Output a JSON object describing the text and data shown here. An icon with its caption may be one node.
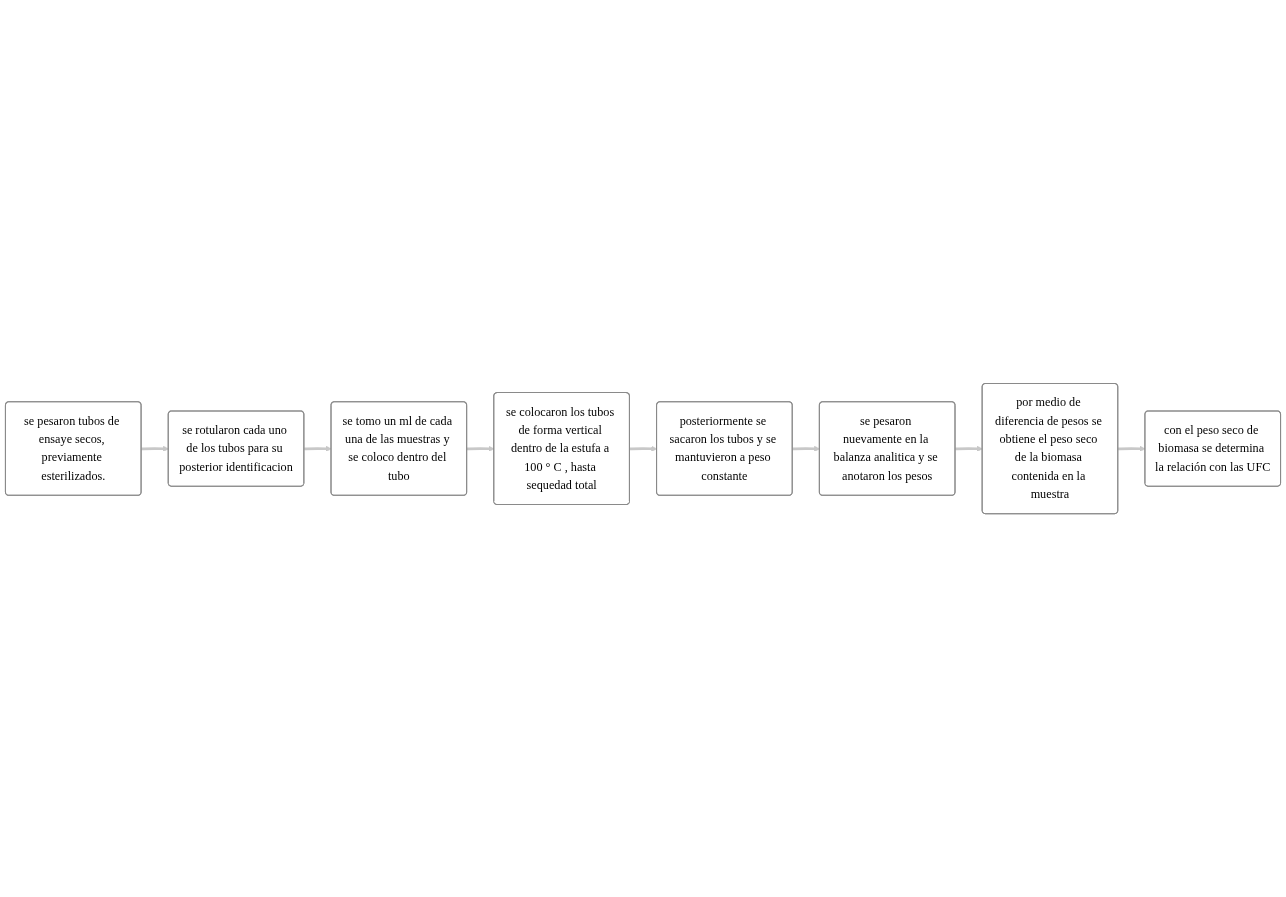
{
  "diagram": {
    "nodes": [
      {
        "text": [
          "se pesaron tubos de ensaye secos, previamente esterilizados."
        ]
      },
      {
        "text": [
          "se rotularon cada uno de los tubos para su posterior identificacion"
        ]
      },
      {
        "text": [
          "se tomo un ml de cada una de las muestras y se coloco dentro del tubo"
        ]
      },
      {
        "text": [
          "se colocaron los tubos de forma vertical dentro de la estufa a 100 ° C , hasta sequedad total"
        ]
      },
      {
        "text": [
          "posteriormente se sacaron los tubos y se mantuvieron a peso constante"
        ]
      },
      {
        "text": [
          "se pesaron nuevamente en la balanza analitica y se anotaron los pesos"
        ]
      },
      {
        "text": [
          "por medio de diferencia de pesos se obtiene el peso seco de la biomasa contenida en la muestra"
        ]
      },
      {
        "text": [
          "con el peso seco de biomasa se determina la relación con las UFC"
        ]
      }
    ],
    "edges": [
      {
        "from": 0,
        "to": 1,
        "arrow": "to"
      },
      {
        "from": 1,
        "to": 2,
        "arrow": "to"
      },
      {
        "from": 2,
        "to": 3,
        "arrow": "to"
      },
      {
        "from": 3,
        "to": 4,
        "arrow": "to"
      },
      {
        "from": 4,
        "to": 5,
        "arrow": "to"
      },
      {
        "from": 5,
        "to": 6,
        "arrow": "to"
      },
      {
        "from": 6,
        "to": 7,
        "arrow": "to"
      }
    ]
  }
}
